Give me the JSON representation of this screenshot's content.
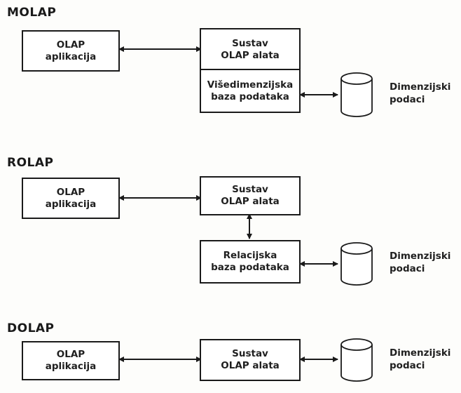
{
  "sections": [
    {
      "title": "MOLAP",
      "app_box": [
        "OLAP",
        "aplikacija"
      ],
      "tool_box": [
        "Sustav",
        "OLAP alata"
      ],
      "db_box": [
        "Višedimenzijska",
        "baza podataka"
      ],
      "data_label": [
        "Dimenzijski",
        "podaci"
      ]
    },
    {
      "title": "ROLAP",
      "app_box": [
        "OLAP",
        "aplikacija"
      ],
      "tool_box": [
        "Sustav",
        "OLAP alata"
      ],
      "db_box": [
        "Relacijska",
        "baza podataka"
      ],
      "data_label": [
        "Dimenzijski",
        "podaci"
      ]
    },
    {
      "title": "DOLAP",
      "app_box": [
        "OLAP",
        "aplikacija"
      ],
      "tool_box": [
        "Sustav",
        "OLAP alata"
      ],
      "data_label": [
        "Dimenzijski",
        "podaci"
      ]
    }
  ]
}
